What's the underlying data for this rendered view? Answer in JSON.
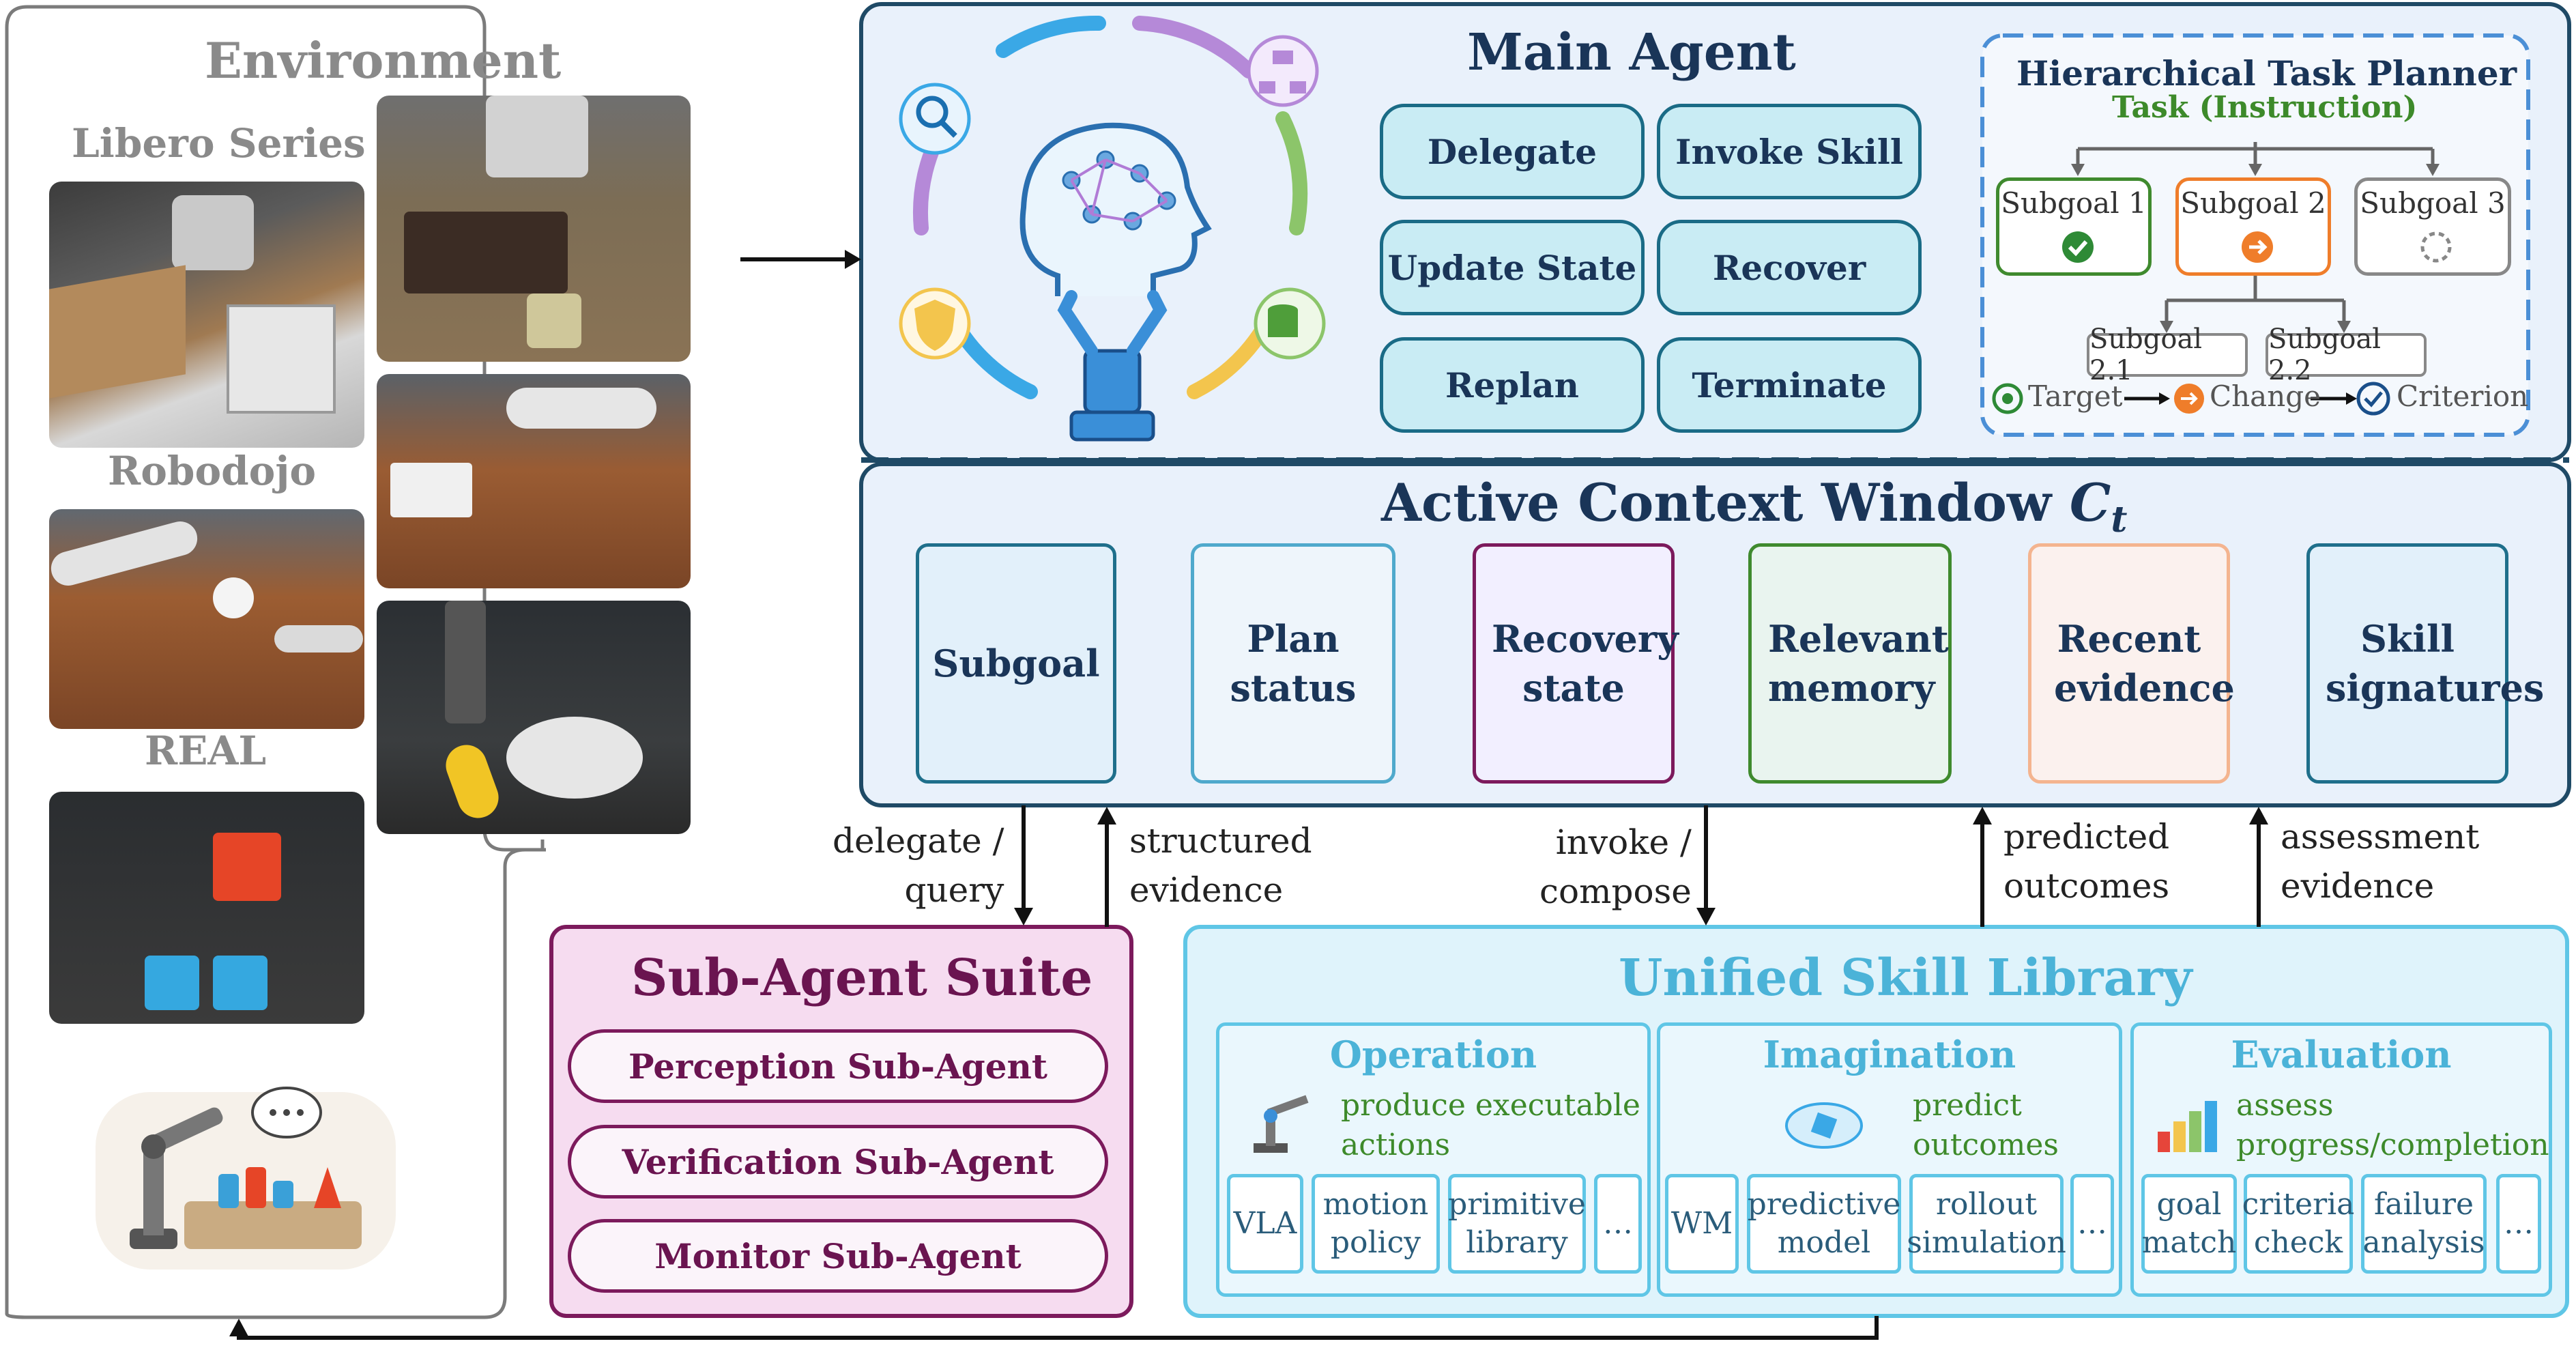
{
  "environment": {
    "title": "Environment",
    "libero_label": "Libero Series",
    "robodojo_label": "Robodojo",
    "real_label": "REAL"
  },
  "main_agent": {
    "title": "Main Agent",
    "actions": [
      "Delegate",
      "Invoke Skill",
      "Update State",
      "Recover",
      "Replan",
      "Terminate"
    ]
  },
  "planner": {
    "title": "Hierarchical Task Planner",
    "task": "Task (Instruction)",
    "subgoals": [
      "Subgoal 1",
      "Subgoal 2",
      "Subgoal 3"
    ],
    "children": [
      "Subgoal 2.1",
      "Subgoal 2.2"
    ],
    "legend": [
      "Target",
      "Change",
      "Criterion"
    ]
  },
  "context_window": {
    "title": "Active Context Window",
    "symbol": "C",
    "subscript": "t",
    "cards": [
      {
        "label": "Subgoal",
        "color": "#1f6f8b"
      },
      {
        "label": "Plan status",
        "color": "#4fa9cc"
      },
      {
        "label": "Recovery state",
        "color": "#7c1a5c"
      },
      {
        "label": "Relevant memory",
        "color": "#3f8a2e"
      },
      {
        "label": "Recent evidence",
        "color": "#f4b48f"
      },
      {
        "label": "Skill signatures",
        "color": "#1f6f8b"
      }
    ]
  },
  "edges": {
    "delegate": "delegate /\nquery",
    "structured": "structured\nevidence",
    "invoke": "invoke /\ncompose",
    "predicted": "predicted\noutcomes",
    "assessment": "assessment\nevidence"
  },
  "sub_agent_suite": {
    "title": "Sub-Agent Suite",
    "agents": [
      "Perception Sub-Agent",
      "Verification Sub-Agent",
      "Monitor Sub-Agent"
    ]
  },
  "skill_library": {
    "title": "Unified Skill Library",
    "operation": {
      "title": "Operation",
      "desc": "produce executable\nactions",
      "chips": [
        "VLA",
        "motion\npolicy",
        "primitive\nlibrary",
        "…"
      ]
    },
    "imagination": {
      "title": "Imagination",
      "desc": "predict\noutcomes",
      "chips": [
        "WM",
        "predictive\nmodel",
        "rollout\nsimulation",
        "…"
      ]
    },
    "evaluation": {
      "title": "Evaluation",
      "desc": "assess\nprogress/completion",
      "chips": [
        "goal\nmatch",
        "criteria\ncheck",
        "failure\nanalysis",
        "…"
      ]
    }
  },
  "icons": {
    "brain": "brain-network-icon",
    "search": "search-chart-icon",
    "hierarchy": "hierarchy-icon",
    "shield": "shield-check-icon",
    "database": "database-search-icon",
    "robot_arm": "robot-gripper-icon"
  }
}
